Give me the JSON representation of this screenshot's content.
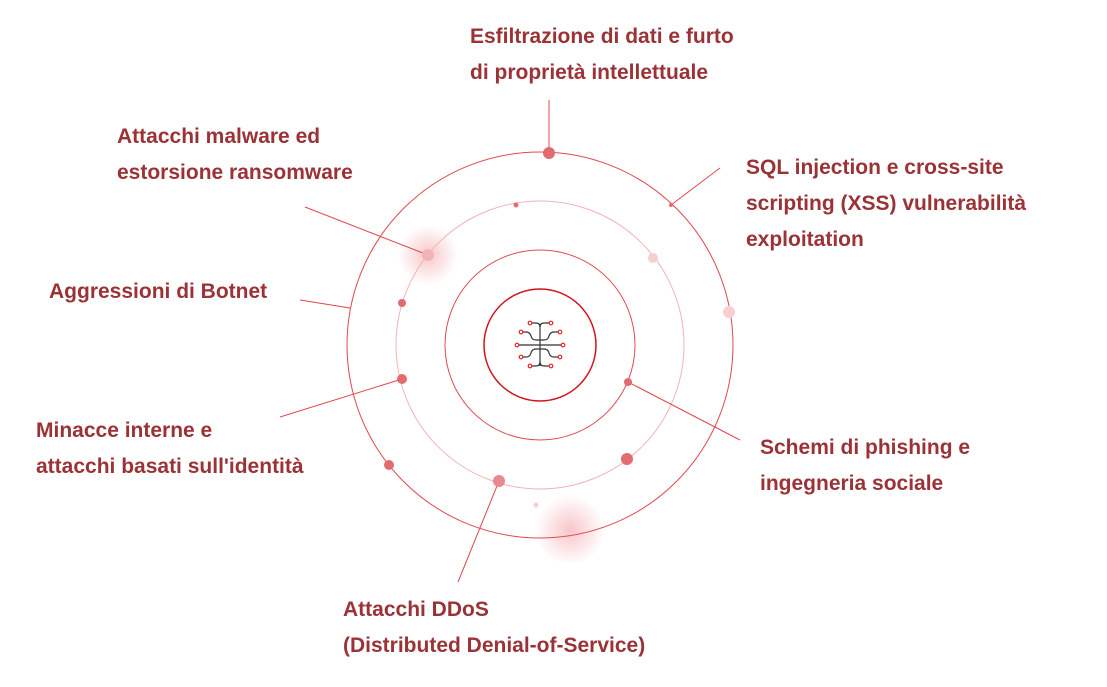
{
  "colors": {
    "text": "#9b3236",
    "ring": "#e0484e",
    "dot": "#e06c70"
  },
  "center_icon": "circuit-brain-icon",
  "labels": {
    "exfiltration": {
      "line1": "Esfiltrazione di dati e furto",
      "line2": "di proprietà intellettuale"
    },
    "malware": {
      "line1": "Attacchi malware ed",
      "line2": "estorsione ransomware"
    },
    "sql": {
      "line1": "SQL injection e cross-site",
      "line2": "scripting (XSS) vulnerabilità",
      "line3": "exploitation"
    },
    "botnet": {
      "line1": "Aggressioni di Botnet"
    },
    "insider": {
      "line1": "Minacce interne e",
      "line2": "attacchi basati sull'identità"
    },
    "phishing": {
      "line1": "Schemi di phishing e",
      "line2": "ingegneria sociale"
    },
    "ddos": {
      "line1": "Attacchi DDoS",
      "line2": "(Distributed Denial-of-Service)"
    }
  }
}
